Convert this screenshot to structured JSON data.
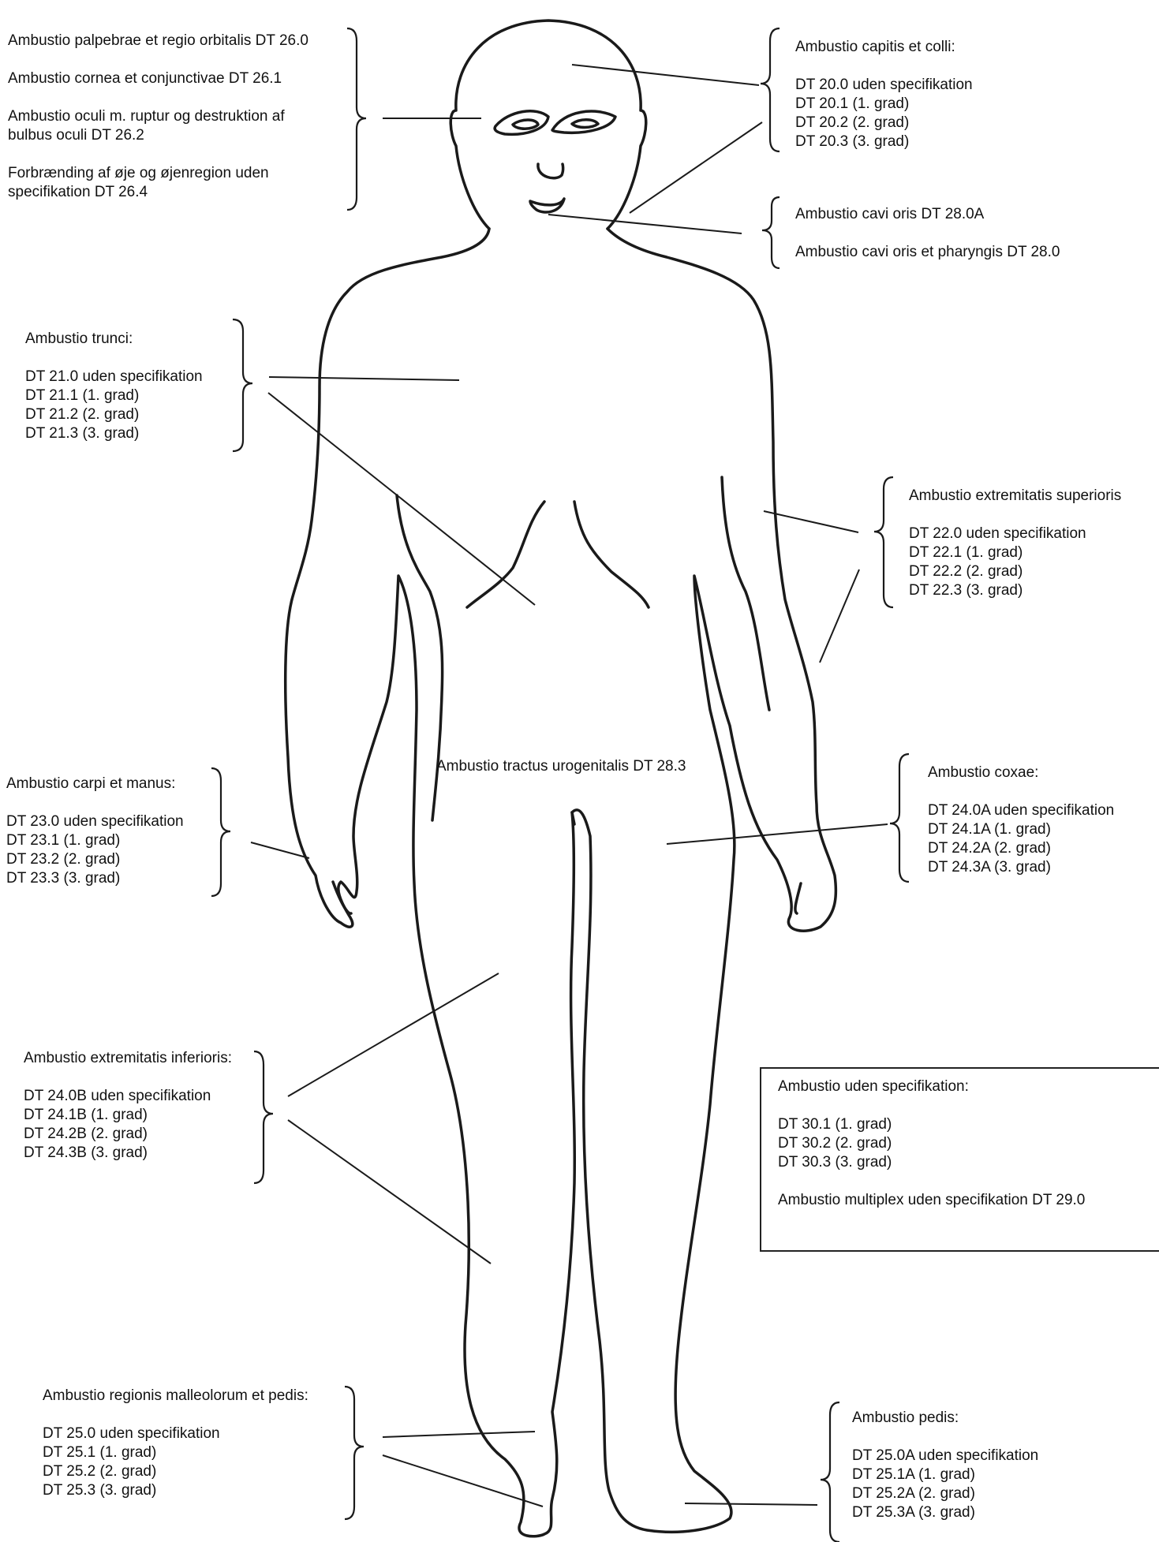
{
  "colors": {
    "outline": "#1a1a1a",
    "text": "#111111",
    "background": "#ffffff"
  },
  "labels": {
    "eye": {
      "paragraphs": [
        "Ambustio palpebrae et regio orbitalis DT 26.0",
        "Ambustio cornea et conjunctivae DT 26.1",
        "Ambustio oculi m. ruptur og destruktion af bulbus oculi DT 26.2",
        "Forbrænding af øje og øjenregion uden specifikation DT 26.4"
      ]
    },
    "head": {
      "title": "Ambustio capitis et colli:",
      "lines": [
        "DT 20.0 uden specifikation",
        "DT 20.1 (1. grad)",
        "DT 20.2 (2. grad)",
        "DT 20.3 (3. grad)"
      ]
    },
    "mouth": {
      "paragraphs": [
        "Ambustio cavi oris DT 28.0A",
        "Ambustio cavi oris et pharyngis DT 28.0"
      ]
    },
    "trunk": {
      "title": "Ambustio trunci:",
      "lines": [
        "DT 21.0 uden specifikation",
        "DT 21.1 (1. grad)",
        "DT 21.2 (2. grad)",
        "DT 21.3 (3. grad)"
      ]
    },
    "upper_limb": {
      "title": "Ambustio extremitatis superioris",
      "lines": [
        "DT 22.0 uden specifikation",
        "DT 22.1 (1. grad)",
        "DT 22.2 (2. grad)",
        "DT 22.3 (3. grad)"
      ]
    },
    "urogenital": {
      "text": "Ambustio tractus urogenitalis DT 28.3"
    },
    "hand": {
      "title": "Ambustio carpi et manus:",
      "lines": [
        "DT 23.0 uden specifikation",
        "DT 23.1 (1. grad)",
        "DT 23.2 (2. grad)",
        "DT 23.3 (3. grad)"
      ]
    },
    "hip": {
      "title": "Ambustio coxae:",
      "lines": [
        "DT 24.0A uden specifikation",
        "DT 24.1A (1. grad)",
        "DT 24.2A (2. grad)",
        "DT 24.3A (3. grad)"
      ]
    },
    "lower_limb": {
      "title": "Ambustio extremitatis inferioris:",
      "lines": [
        "DT 24.0B uden specifikation",
        "DT 24.1B (1. grad)",
        "DT 24.2B (2. grad)",
        "DT 24.3B (3. grad)"
      ]
    },
    "unspecified": {
      "title": "Ambustio uden specifikation:",
      "lines": [
        "DT 30.1 (1. grad)",
        "DT 30.2 (2. grad)",
        "DT 30.3 (3. grad)"
      ],
      "footer": "Ambustio multiplex uden specifikation DT 29.0"
    },
    "ankle": {
      "title": "Ambustio regionis malleolorum et pedis:",
      "lines": [
        "DT 25.0 uden specifikation",
        "DT 25.1 (1. grad)",
        "DT 25.2 (2. grad)",
        "DT 25.3 (3. grad)"
      ]
    },
    "foot": {
      "title": "Ambustio pedis:",
      "lines": [
        "DT 25.0A uden specifikation",
        "DT 25.1A (1. grad)",
        "DT 25.2A (2. grad)",
        "DT 25.3A (3. grad)"
      ]
    }
  }
}
